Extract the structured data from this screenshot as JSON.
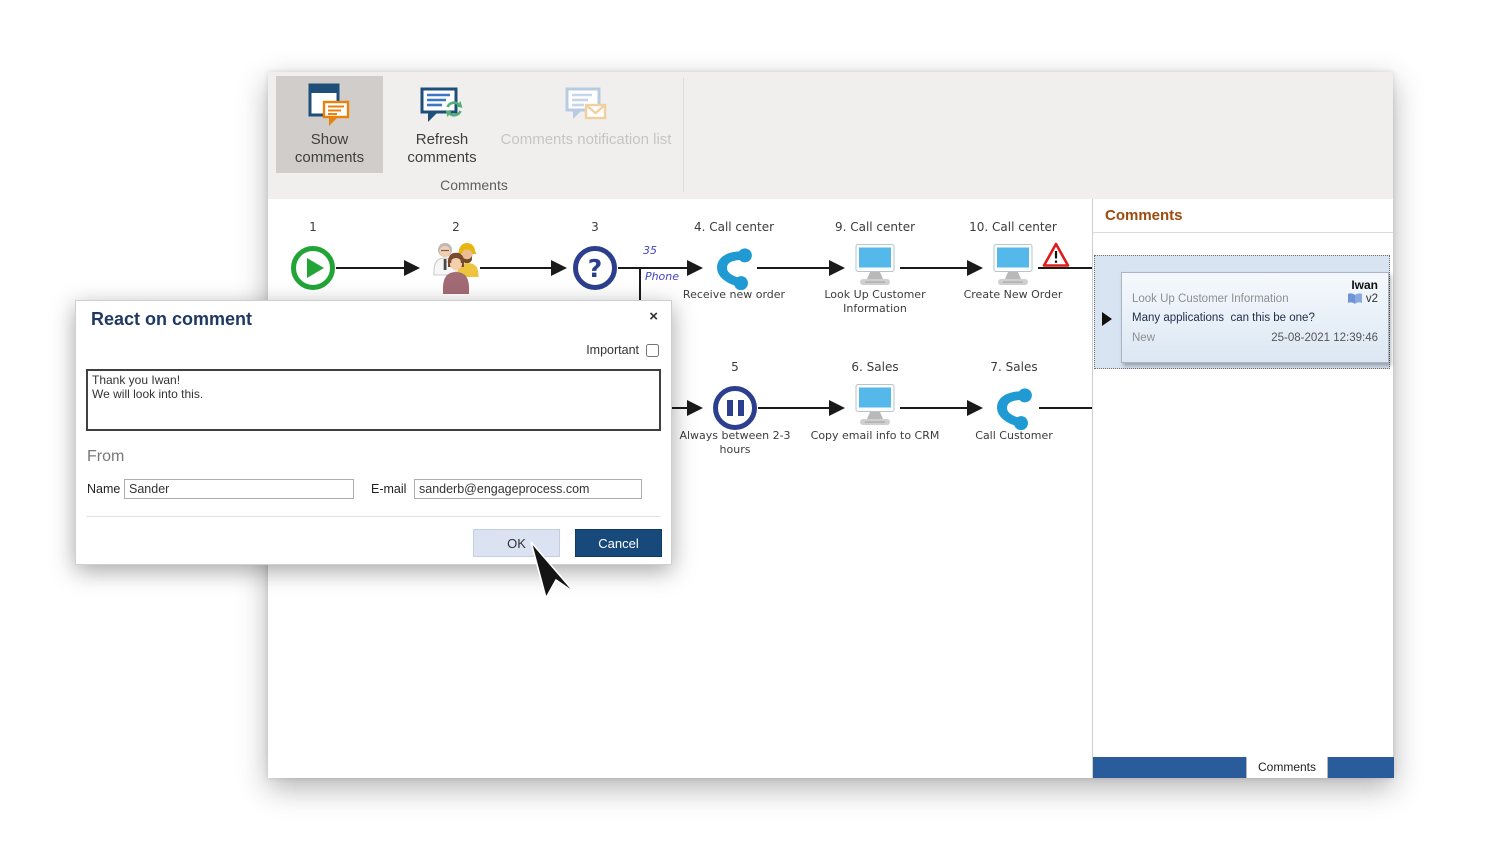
{
  "ribbon": {
    "group_label": "Comments",
    "buttons": [
      {
        "label": "Show comments",
        "icon": "show-comments-icon",
        "state": "selected"
      },
      {
        "label": "Refresh comments",
        "icon": "refresh-comments-icon",
        "state": "enabled"
      },
      {
        "label": "Comments notification list",
        "icon": "comments-notification-list-icon",
        "state": "disabled"
      }
    ]
  },
  "diagram": {
    "glyphs": {
      "question": "?"
    },
    "branch": {
      "value": "35",
      "label": "Phone"
    },
    "steps": [
      {
        "label": "1",
        "caption": "",
        "icon": "start-icon"
      },
      {
        "label": "2",
        "caption": "",
        "icon": "customers-icon"
      },
      {
        "label": "3",
        "caption": "",
        "icon": "decision-icon"
      },
      {
        "label": "4. Call center",
        "caption": "Receive new order",
        "icon": "phone-icon"
      },
      {
        "label": "9. Call center",
        "caption": "Look Up Customer Information",
        "icon": "computer-icon"
      },
      {
        "label": "10. Call center",
        "caption": "Create New Order",
        "icon": "computer-icon",
        "annotation": "warning-icon"
      },
      {
        "label": "5",
        "caption": "Always between 2-3 hours",
        "icon": "pause-icon"
      },
      {
        "label": "6. Sales",
        "caption": "Copy email info to CRM",
        "icon": "computer-icon"
      },
      {
        "label": "7. Sales",
        "caption": "Call Customer",
        "icon": "phone-icon"
      }
    ]
  },
  "comments_panel": {
    "title": "Comments",
    "bottom_tab": "Comments",
    "comment": {
      "author": "Iwan",
      "step_ref": "Look Up Customer Information",
      "version": "v2",
      "version_icon": "book-icon",
      "text": "Many applications  can this be one?",
      "status": "New",
      "timestamp": "25-08-2021 12:39:46"
    }
  },
  "dialog": {
    "title": "React on comment",
    "close": "×",
    "important_label": "Important",
    "important_checked": false,
    "message": "Thank you Iwan!\nWe will look into this.",
    "from_label": "From",
    "name_label": "Name",
    "name_value": "Sander",
    "email_label": "E-mail",
    "email_value": "sanderb@engageprocess.com",
    "ok_label": "OK",
    "cancel_label": "Cancel"
  },
  "colors": {
    "accent_navy": "#1f4e79",
    "ribbon_selected": "#d0cdca",
    "bubble_orange": "#e8820c",
    "start_green": "#22a437",
    "phone_blue": "#1f9ad2",
    "screen_blue": "#54b9ea",
    "warning_red": "#e01b1b",
    "panel_title_brown": "#9c4a0e",
    "bottom_bar_blue": "#2a5b9b",
    "dialog_title_navy": "#1f3864",
    "branch_label_blue": "#4343c8"
  }
}
